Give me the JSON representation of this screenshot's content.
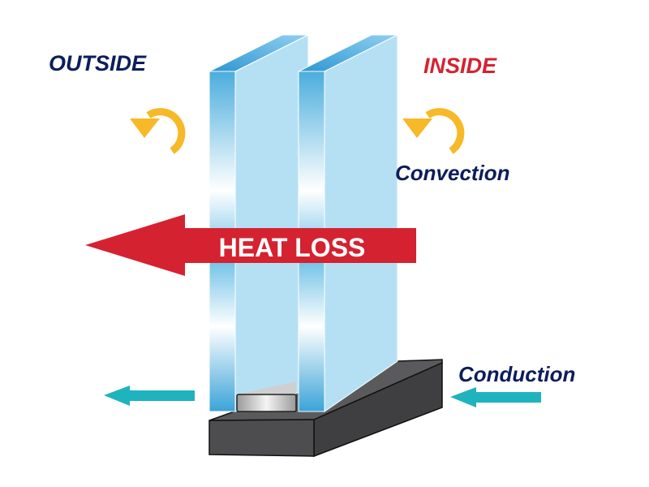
{
  "labels": {
    "outside": "OUTSIDE",
    "inside": "INSIDE",
    "convection": "Convection",
    "heat_loss": "HEAT LOSS",
    "conduction": "Conduction"
  },
  "colors": {
    "navy": "#0b1d5c",
    "red": "#d52230",
    "yellow": "#f7b928",
    "teal": "#1fb3be",
    "glass_face": "#b5e0f4",
    "glass_edge": "#4aaddd",
    "frame": "#4d4d4f"
  },
  "icons": {
    "outside_convection": "circular-arrow-icon",
    "inside_convection": "circular-arrow-icon",
    "heat_loss": "arrow-left-icon",
    "conduction_out": "arrow-left-icon",
    "conduction_in": "arrow-left-icon"
  }
}
